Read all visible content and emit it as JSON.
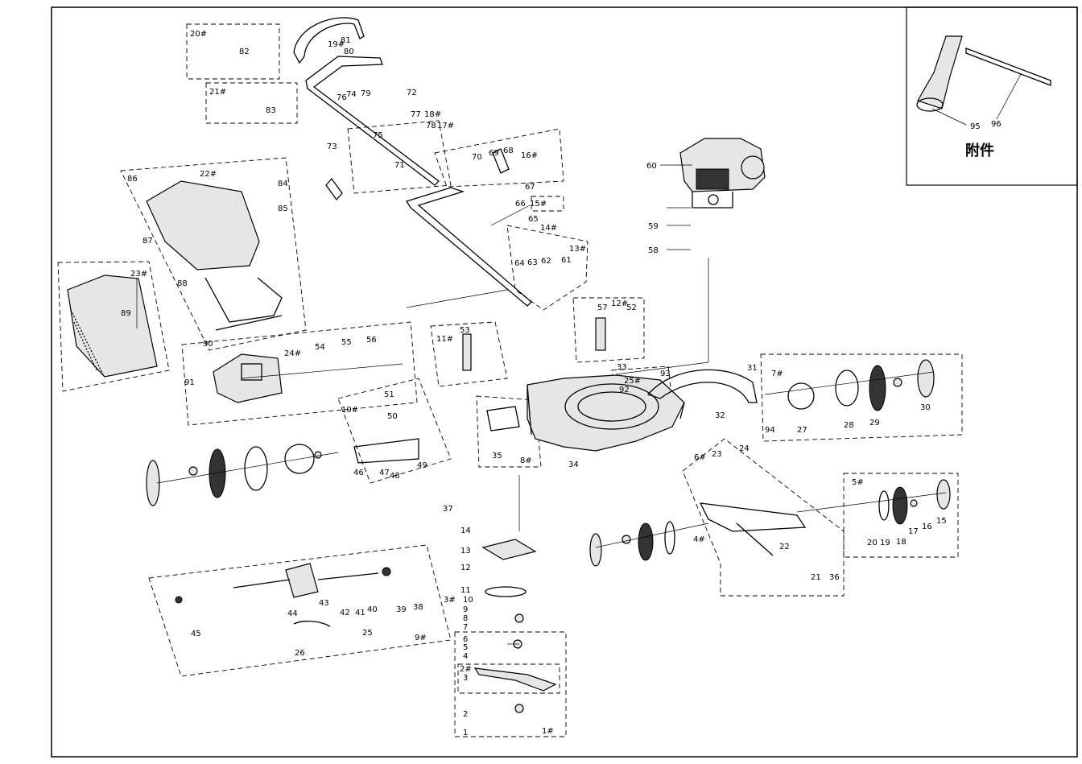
{
  "accessories_title": "附件",
  "groups": [
    "1#",
    "2#",
    "3#",
    "4#",
    "5#",
    "6#",
    "7#",
    "8#",
    "9#",
    "10#",
    "11#",
    "12#",
    "13#",
    "14#",
    "15#",
    "16#",
    "17#",
    "18#",
    "19#",
    "20#",
    "21#",
    "22#",
    "23#",
    "24#",
    "25#"
  ],
  "parts": {
    "grass_bag": "89",
    "bag_frame": "90",
    "bag_top": "91",
    "handle_top": "80",
    "handle_lower": "66",
    "engine": "60",
    "deck": "34",
    "blade": "3",
    "rear_cover": "87",
    "rear_flap": "86",
    "front_axle": "22",
    "rear_axle": "32",
    "drive_box": "44",
    "belt": "10",
    "accessory_tool": "95",
    "accessory_rod": "96"
  },
  "labels": [
    "1",
    "2",
    "3",
    "4",
    "5",
    "6",
    "7",
    "8",
    "9",
    "10",
    "11",
    "12",
    "13",
    "14",
    "15",
    "16",
    "17",
    "18",
    "19",
    "20",
    "21",
    "22",
    "23",
    "24",
    "25",
    "26",
    "27",
    "28",
    "29",
    "30",
    "31",
    "32",
    "33",
    "34",
    "35",
    "36",
    "37",
    "38",
    "39",
    "40",
    "41",
    "42",
    "43",
    "44",
    "45",
    "46",
    "47",
    "48",
    "49",
    "50",
    "51",
    "52",
    "53",
    "54",
    "55",
    "56",
    "57",
    "58",
    "59",
    "60",
    "61",
    "62",
    "63",
    "64",
    "65",
    "66",
    "67",
    "68",
    "69",
    "70",
    "71",
    "72",
    "73",
    "74",
    "75",
    "76",
    "77",
    "78",
    "79",
    "80",
    "81",
    "82",
    "83",
    "84",
    "85",
    "86",
    "87",
    "88",
    "89",
    "90",
    "91",
    "92",
    "93",
    "94",
    "95",
    "96"
  ]
}
